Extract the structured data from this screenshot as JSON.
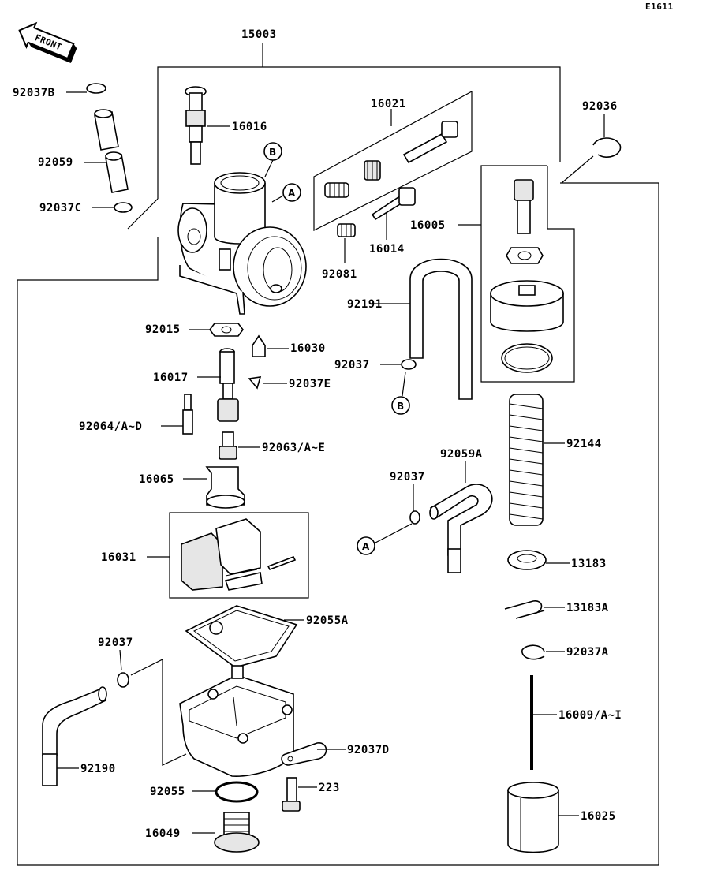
{
  "diagram_id": "E1611",
  "front_label": "FRONT",
  "parts": {
    "assembly": "15003",
    "p16016": "16016",
    "p16021": "16021",
    "p16014": "16014",
    "p92081": "92081",
    "p92036": "92036",
    "p16005": "16005",
    "p92037B": "92037B",
    "p92059": "92059",
    "p92037C": "92037C",
    "p92191": "92191",
    "p92037_top": "92037",
    "p92015": "92015",
    "p16030": "16030",
    "p16017": "16017",
    "p92037E": "92037E",
    "p92064": "92064/A~D",
    "p92063": "92063/A~E",
    "p16065": "16065",
    "p92144": "92144",
    "p92059A": "92059A",
    "p92037_mid": "92037",
    "p16031": "16031",
    "p13183": "13183",
    "p13183A": "13183A",
    "p92055A": "92055A",
    "p92037A": "92037A",
    "p92037_low": "92037",
    "p16009": "16009/A~I",
    "p92037D": "92037D",
    "p92190": "92190",
    "p92055": "92055",
    "p223": "223",
    "p16049": "16049",
    "p16025": "16025"
  },
  "callouts": {
    "A": "A",
    "B": "B"
  }
}
